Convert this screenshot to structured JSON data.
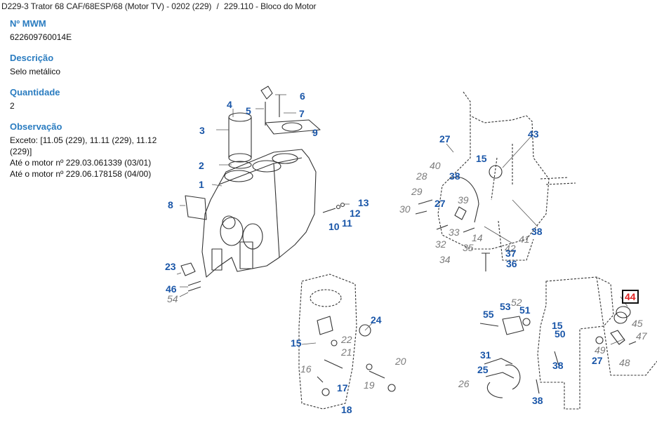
{
  "breadcrumb": {
    "model": "D229-3 Trator 68 CAF/68ESP/68 (Motor TV) - 0202 (229)",
    "separator": "/",
    "group": "229.110 - Bloco do Motor"
  },
  "part": {
    "mwm_label": "Nº MWM",
    "mwm_value": "622609760014E",
    "description_label": "Descrição",
    "description_value": "Selo metálico",
    "quantity_label": "Quantidade",
    "quantity_value": "2",
    "notes_label": "Observação",
    "notes_lines": [
      "Exceto: [11.05 (229), 11.11 (229), 11.12 (229)]",
      "Até o motor nº 229.03.061339 (03/01)",
      "Até o motor nº 229.06.178158 (04/00)"
    ]
  },
  "diagram": {
    "selected_callout": "44",
    "colors": {
      "callout": "#1a56a8",
      "callout_alt": "#7b7b7b",
      "selected": "#e02020"
    },
    "callouts": [
      {
        "n": "4",
        "style": "main"
      },
      {
        "n": "5",
        "style": "main"
      },
      {
        "n": "6",
        "style": "main"
      },
      {
        "n": "7",
        "style": "main"
      },
      {
        "n": "3",
        "style": "main"
      },
      {
        "n": "9",
        "style": "main"
      },
      {
        "n": "2",
        "style": "main"
      },
      {
        "n": "1",
        "style": "main"
      },
      {
        "n": "8",
        "style": "main"
      },
      {
        "n": "13",
        "style": "main"
      },
      {
        "n": "12",
        "style": "main"
      },
      {
        "n": "10",
        "style": "main"
      },
      {
        "n": "11",
        "style": "main"
      },
      {
        "n": "23",
        "style": "main"
      },
      {
        "n": "46",
        "style": "main"
      },
      {
        "n": "54",
        "style": "alt"
      },
      {
        "n": "27",
        "style": "main"
      },
      {
        "n": "43",
        "style": "main"
      },
      {
        "n": "15",
        "style": "main"
      },
      {
        "n": "40",
        "style": "alt"
      },
      {
        "n": "38",
        "style": "main"
      },
      {
        "n": "28",
        "style": "alt"
      },
      {
        "n": "29",
        "style": "alt"
      },
      {
        "n": "27",
        "style": "main"
      },
      {
        "n": "39",
        "style": "alt"
      },
      {
        "n": "30",
        "style": "alt"
      },
      {
        "n": "38",
        "style": "main"
      },
      {
        "n": "33",
        "style": "alt"
      },
      {
        "n": "41",
        "style": "alt"
      },
      {
        "n": "32",
        "style": "alt"
      },
      {
        "n": "14",
        "style": "alt"
      },
      {
        "n": "35",
        "style": "alt"
      },
      {
        "n": "42",
        "style": "alt"
      },
      {
        "n": "37",
        "style": "main"
      },
      {
        "n": "34",
        "style": "alt"
      },
      {
        "n": "36",
        "style": "main"
      },
      {
        "n": "24",
        "style": "main"
      },
      {
        "n": "15",
        "style": "main"
      },
      {
        "n": "22",
        "style": "alt"
      },
      {
        "n": "21",
        "style": "alt"
      },
      {
        "n": "16",
        "style": "alt"
      },
      {
        "n": "20",
        "style": "alt"
      },
      {
        "n": "17",
        "style": "main"
      },
      {
        "n": "19",
        "style": "alt"
      },
      {
        "n": "18",
        "style": "main"
      },
      {
        "n": "44",
        "style": "selected"
      },
      {
        "n": "52",
        "style": "alt"
      },
      {
        "n": "53",
        "style": "main"
      },
      {
        "n": "51",
        "style": "main"
      },
      {
        "n": "55",
        "style": "main"
      },
      {
        "n": "15",
        "style": "main"
      },
      {
        "n": "45",
        "style": "alt"
      },
      {
        "n": "50",
        "style": "main"
      },
      {
        "n": "47",
        "style": "alt"
      },
      {
        "n": "49",
        "style": "alt"
      },
      {
        "n": "31",
        "style": "main"
      },
      {
        "n": "27",
        "style": "main"
      },
      {
        "n": "48",
        "style": "alt"
      },
      {
        "n": "38",
        "style": "main"
      },
      {
        "n": "25",
        "style": "main"
      },
      {
        "n": "26",
        "style": "alt"
      },
      {
        "n": "38",
        "style": "main"
      }
    ]
  }
}
